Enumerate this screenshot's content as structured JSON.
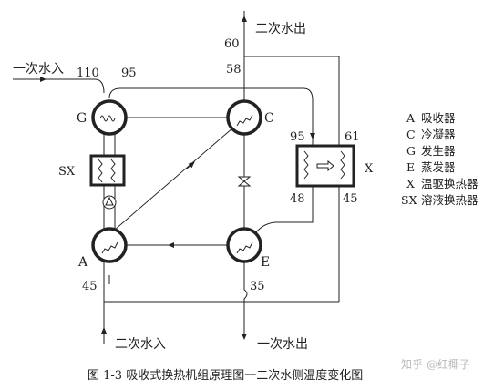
{
  "labels": {
    "primary_in": "一次水入",
    "secondary_out_top": "二次水出",
    "secondary_in": "二次水入",
    "primary_out": "一次水出"
  },
  "temps": {
    "t110": "110",
    "t95_top": "95",
    "t60": "60",
    "t58": "58",
    "t95_x": "95",
    "t61": "61",
    "t48": "48",
    "t45_x": "45",
    "t45_a": "45",
    "t35": "35"
  },
  "components": {
    "G": "G",
    "C": "C",
    "A": "A",
    "E": "E",
    "SX": "SX",
    "X": "X"
  },
  "legend": [
    {
      "code": "A",
      "name": "吸收器"
    },
    {
      "code": "C",
      "name": "冷凝器"
    },
    {
      "code": "G",
      "name": "发生器"
    },
    {
      "code": "E",
      "name": "蒸发器"
    },
    {
      "code": "X",
      "name": "温驱换热器"
    },
    {
      "code": "SX",
      "name": "溶液换热器"
    }
  ],
  "caption": "图 1-3  吸收式换热机组原理图一二次水侧温度变化图",
  "watermark": "知乎 @红椰子"
}
